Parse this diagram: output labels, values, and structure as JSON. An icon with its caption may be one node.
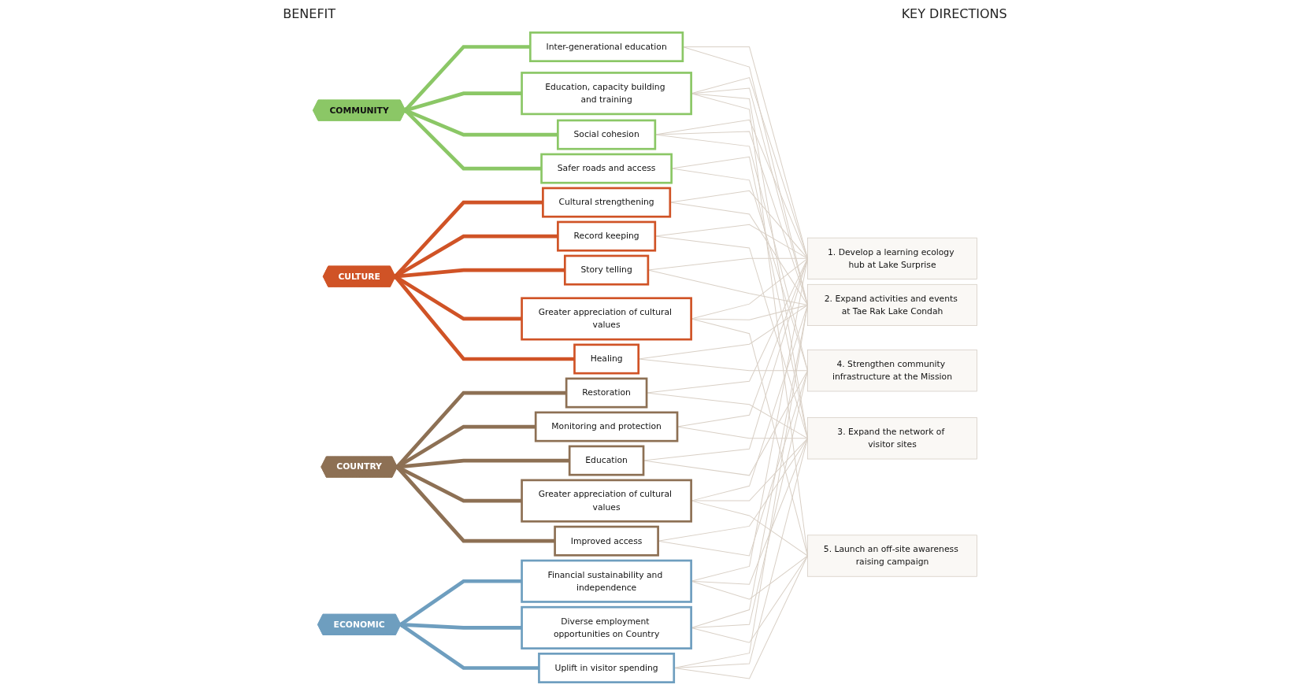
{
  "diagram": {
    "nodes": [
      {
        "text": [
          "COMMUNITY"
        ]
      },
      {
        "text": [
          "CULTURE"
        ]
      },
      {
        "text": [
          "COUNTRY"
        ]
      },
      {
        "text": [
          "ECONOMIC"
        ]
      },
      {
        "text": [
          "Inter-generational education"
        ]
      },
      {
        "text": [
          "Education, capacity building and training"
        ]
      },
      {
        "text": [
          "Social cohesion"
        ]
      },
      {
        "text": [
          "Safer roads and access"
        ]
      },
      {
        "text": [
          "Cultural strengthening"
        ]
      },
      {
        "text": [
          "Record keeping"
        ]
      },
      {
        "text": [
          "Story telling"
        ]
      },
      {
        "text": [
          "Greater appreciation of cultural values"
        ]
      },
      {
        "text": [
          "Healing"
        ]
      },
      {
        "text": [
          "Restoration"
        ]
      },
      {
        "text": [
          "Monitoring and protection"
        ]
      },
      {
        "text": [
          "Education"
        ]
      },
      {
        "text": [
          "Greater appreciation of cultural values"
        ]
      },
      {
        "text": [
          "Improved access"
        ]
      },
      {
        "text": [
          "Financial sustainability and independence"
        ]
      },
      {
        "text": [
          "Diverse employment opportunities on Country"
        ]
      },
      {
        "text": [
          "Uplift in visitor spending"
        ]
      },
      {
        "text": [
          "1. Develop a learning ecology hub at Lake Surprise"
        ]
      },
      {
        "text": [
          "2. Expand activities and events at Tae Rak Lake Condah"
        ]
      },
      {
        "text": [
          "3. Expand the network of visitor sites"
        ]
      },
      {
        "text": [
          "4. Strengthen community infrastructure at the Mission"
        ]
      },
      {
        "text": [
          "5. Launch an off-site awareness raising campaign"
        ]
      }
    ],
    "edges": [
      {
        "from": 4,
        "to": 0,
        "arrow": "to",
        "style": "thick",
        "color": "#8bc766"
      },
      {
        "from": 5,
        "to": 0,
        "arrow": "to",
        "style": "thick",
        "color": "#8bc766"
      },
      {
        "from": 6,
        "to": 0,
        "arrow": "to",
        "style": "thick",
        "color": "#8bc766"
      },
      {
        "from": 7,
        "to": 0,
        "arrow": "to",
        "style": "thick",
        "color": "#8bc766"
      },
      {
        "from": 8,
        "to": 1,
        "arrow": "to",
        "style": "thick",
        "color": "#d05326"
      },
      {
        "from": 9,
        "to": 1,
        "arrow": "to",
        "style": "thick",
        "color": "#d05326"
      },
      {
        "from": 10,
        "to": 1,
        "arrow": "to",
        "style": "thick",
        "color": "#d05326"
      },
      {
        "from": 11,
        "to": 1,
        "arrow": "to",
        "style": "thick",
        "color": "#d05326"
      },
      {
        "from": 12,
        "to": 1,
        "arrow": "to",
        "style": "thick",
        "color": "#d05326"
      },
      {
        "from": 13,
        "to": 2,
        "arrow": "to",
        "style": "thick",
        "color": "#8d7054"
      },
      {
        "from": 14,
        "to": 2,
        "arrow": "to",
        "style": "thick",
        "color": "#8d7054"
      },
      {
        "from": 15,
        "to": 2,
        "arrow": "to",
        "style": "thick",
        "color": "#8d7054"
      },
      {
        "from": 16,
        "to": 2,
        "arrow": "to",
        "style": "thick",
        "color": "#8d7054"
      },
      {
        "from": 17,
        "to": 2,
        "arrow": "to",
        "style": "thick",
        "color": "#8d7054"
      },
      {
        "from": 18,
        "to": 3,
        "arrow": "to",
        "style": "thick",
        "color": "#6e9ebf"
      },
      {
        "from": 19,
        "to": 3,
        "arrow": "to",
        "style": "thick",
        "color": "#6e9ebf"
      },
      {
        "from": 20,
        "to": 3,
        "arrow": "to",
        "style": "thick",
        "color": "#6e9ebf"
      },
      {
        "from": 21,
        "to": 4,
        "arrow": "none"
      },
      {
        "from": 21,
        "to": 5,
        "arrow": "none"
      },
      {
        "from": 21,
        "to": 6,
        "arrow": "none"
      },
      {
        "from": 21,
        "to": 8,
        "arrow": "none"
      },
      {
        "from": 21,
        "to": 9,
        "arrow": "none"
      },
      {
        "from": 21,
        "to": 10,
        "arrow": "none"
      },
      {
        "from": 21,
        "to": 11,
        "arrow": "none"
      },
      {
        "from": 21,
        "to": 13,
        "arrow": "none"
      },
      {
        "from": 21,
        "to": 14,
        "arrow": "none"
      },
      {
        "from": 21,
        "to": 15,
        "arrow": "none"
      },
      {
        "from": 21,
        "to": 18,
        "arrow": "none"
      },
      {
        "from": 22,
        "to": 4,
        "arrow": "none"
      },
      {
        "from": 22,
        "to": 5,
        "arrow": "none"
      },
      {
        "from": 22,
        "to": 6,
        "arrow": "none"
      },
      {
        "from": 22,
        "to": 8,
        "arrow": "none"
      },
      {
        "from": 22,
        "to": 10,
        "arrow": "none"
      },
      {
        "from": 22,
        "to": 11,
        "arrow": "none"
      },
      {
        "from": 22,
        "to": 12,
        "arrow": "none"
      },
      {
        "from": 22,
        "to": 16,
        "arrow": "none"
      },
      {
        "from": 22,
        "to": 19,
        "arrow": "none"
      },
      {
        "from": 22,
        "to": 20,
        "arrow": "none"
      },
      {
        "from": 23,
        "to": 5,
        "arrow": "none"
      },
      {
        "from": 23,
        "to": 7,
        "arrow": "none"
      },
      {
        "from": 23,
        "to": 9,
        "arrow": "none"
      },
      {
        "from": 23,
        "to": 13,
        "arrow": "none"
      },
      {
        "from": 23,
        "to": 14,
        "arrow": "none"
      },
      {
        "from": 23,
        "to": 16,
        "arrow": "none"
      },
      {
        "from": 23,
        "to": 17,
        "arrow": "none"
      },
      {
        "from": 23,
        "to": 18,
        "arrow": "none"
      },
      {
        "from": 23,
        "to": 20,
        "arrow": "none"
      },
      {
        "from": 24,
        "to": 6,
        "arrow": "none"
      },
      {
        "from": 24,
        "to": 7,
        "arrow": "none"
      },
      {
        "from": 24,
        "to": 12,
        "arrow": "none"
      },
      {
        "from": 24,
        "to": 15,
        "arrow": "none"
      },
      {
        "from": 24,
        "to": 17,
        "arrow": "none"
      },
      {
        "from": 24,
        "to": 19,
        "arrow": "none"
      },
      {
        "from": 25,
        "to": 5,
        "arrow": "none"
      },
      {
        "from": 25,
        "to": 11,
        "arrow": "none"
      },
      {
        "from": 25,
        "to": 16,
        "arrow": "none"
      },
      {
        "from": 25,
        "to": 18,
        "arrow": "none"
      },
      {
        "from": 25,
        "to": 19,
        "arrow": "none"
      },
      {
        "from": 25,
        "to": 20,
        "arrow": "none"
      }
    ],
    "labels": [
      "BENEFIT",
      "KEY DIRECTIONS"
    ]
  }
}
